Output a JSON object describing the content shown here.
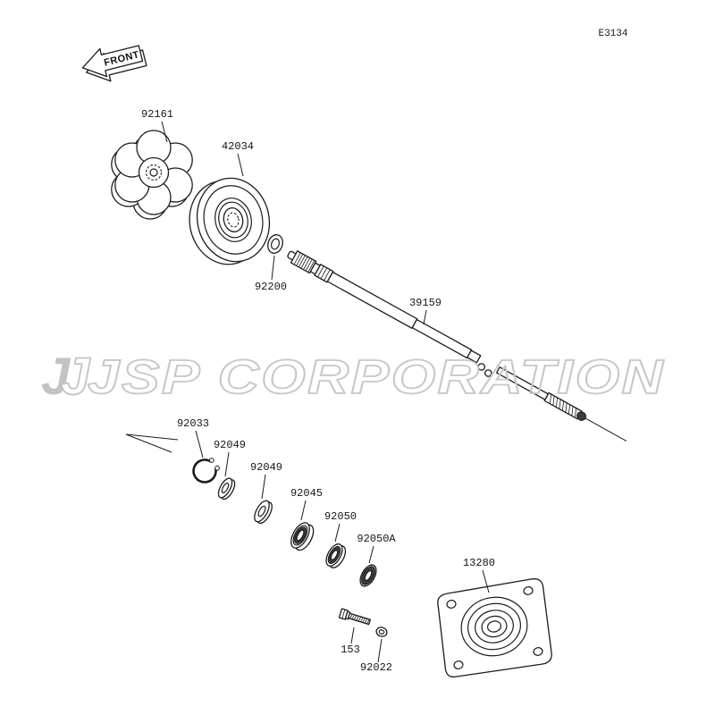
{
  "header": {
    "sheet_code": "E3134"
  },
  "orientation": {
    "front_label": "FRONT"
  },
  "watermark": {
    "logo_glyph": "J",
    "text": "JSP CORPORATION"
  },
  "part_labels": {
    "damper": "92161",
    "hub": "42034",
    "ring_92200": "92200",
    "shaft": "39159",
    "circlip": "92033",
    "washer_92049_a": "92049",
    "washer_92049_b": "92049",
    "bearing_92045": "92045",
    "bearing_92050": "92050",
    "seal_92050a": "92050A",
    "holder": "13280",
    "bolt": "153",
    "washer_92022": "92022"
  }
}
